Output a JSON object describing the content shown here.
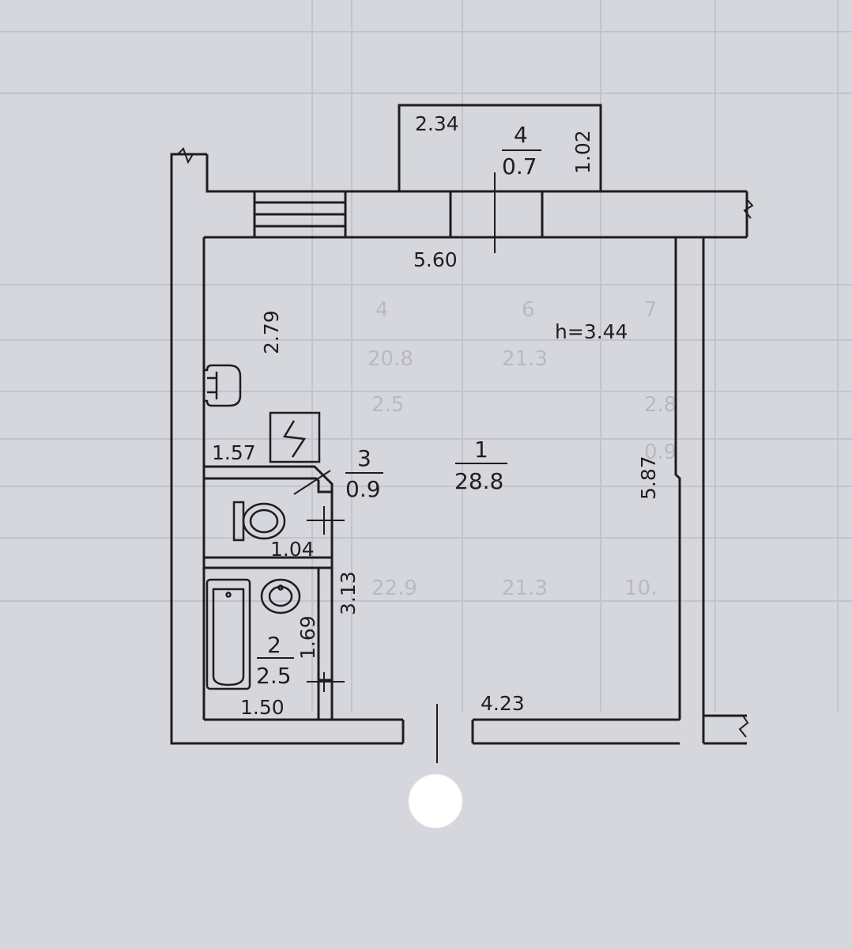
{
  "plan": {
    "ceiling_height": "h=3.44",
    "rooms": [
      {
        "number": "1",
        "area": "28.8"
      },
      {
        "number": "2",
        "area": "2.5"
      },
      {
        "number": "3",
        "area": "0.9"
      },
      {
        "number": "4",
        "area": "0.7"
      }
    ],
    "dimensions": {
      "balcony_width": "2.34",
      "balcony_depth": "1.02",
      "room_top_width": "5.60",
      "left_upper_height": "2.79",
      "room_right_height": "5.87",
      "bottom_right_width": "4.23",
      "wc_top_width": "1.57",
      "wc_bottom_width": "1.04",
      "bath_height": "1.69",
      "wet_block_height": "3.13",
      "bath_width": "1.50"
    }
  },
  "background_table": {
    "visible_cells": [
      "4",
      "6",
      "7",
      "20.8",
      "21.3",
      "2.5",
      "2.8",
      "0.9",
      "22.9",
      "21.3",
      "10."
    ]
  },
  "colors": {
    "paper": "#d6d7dc",
    "line": "#1d1d22",
    "grid": "#c3c4cb"
  }
}
